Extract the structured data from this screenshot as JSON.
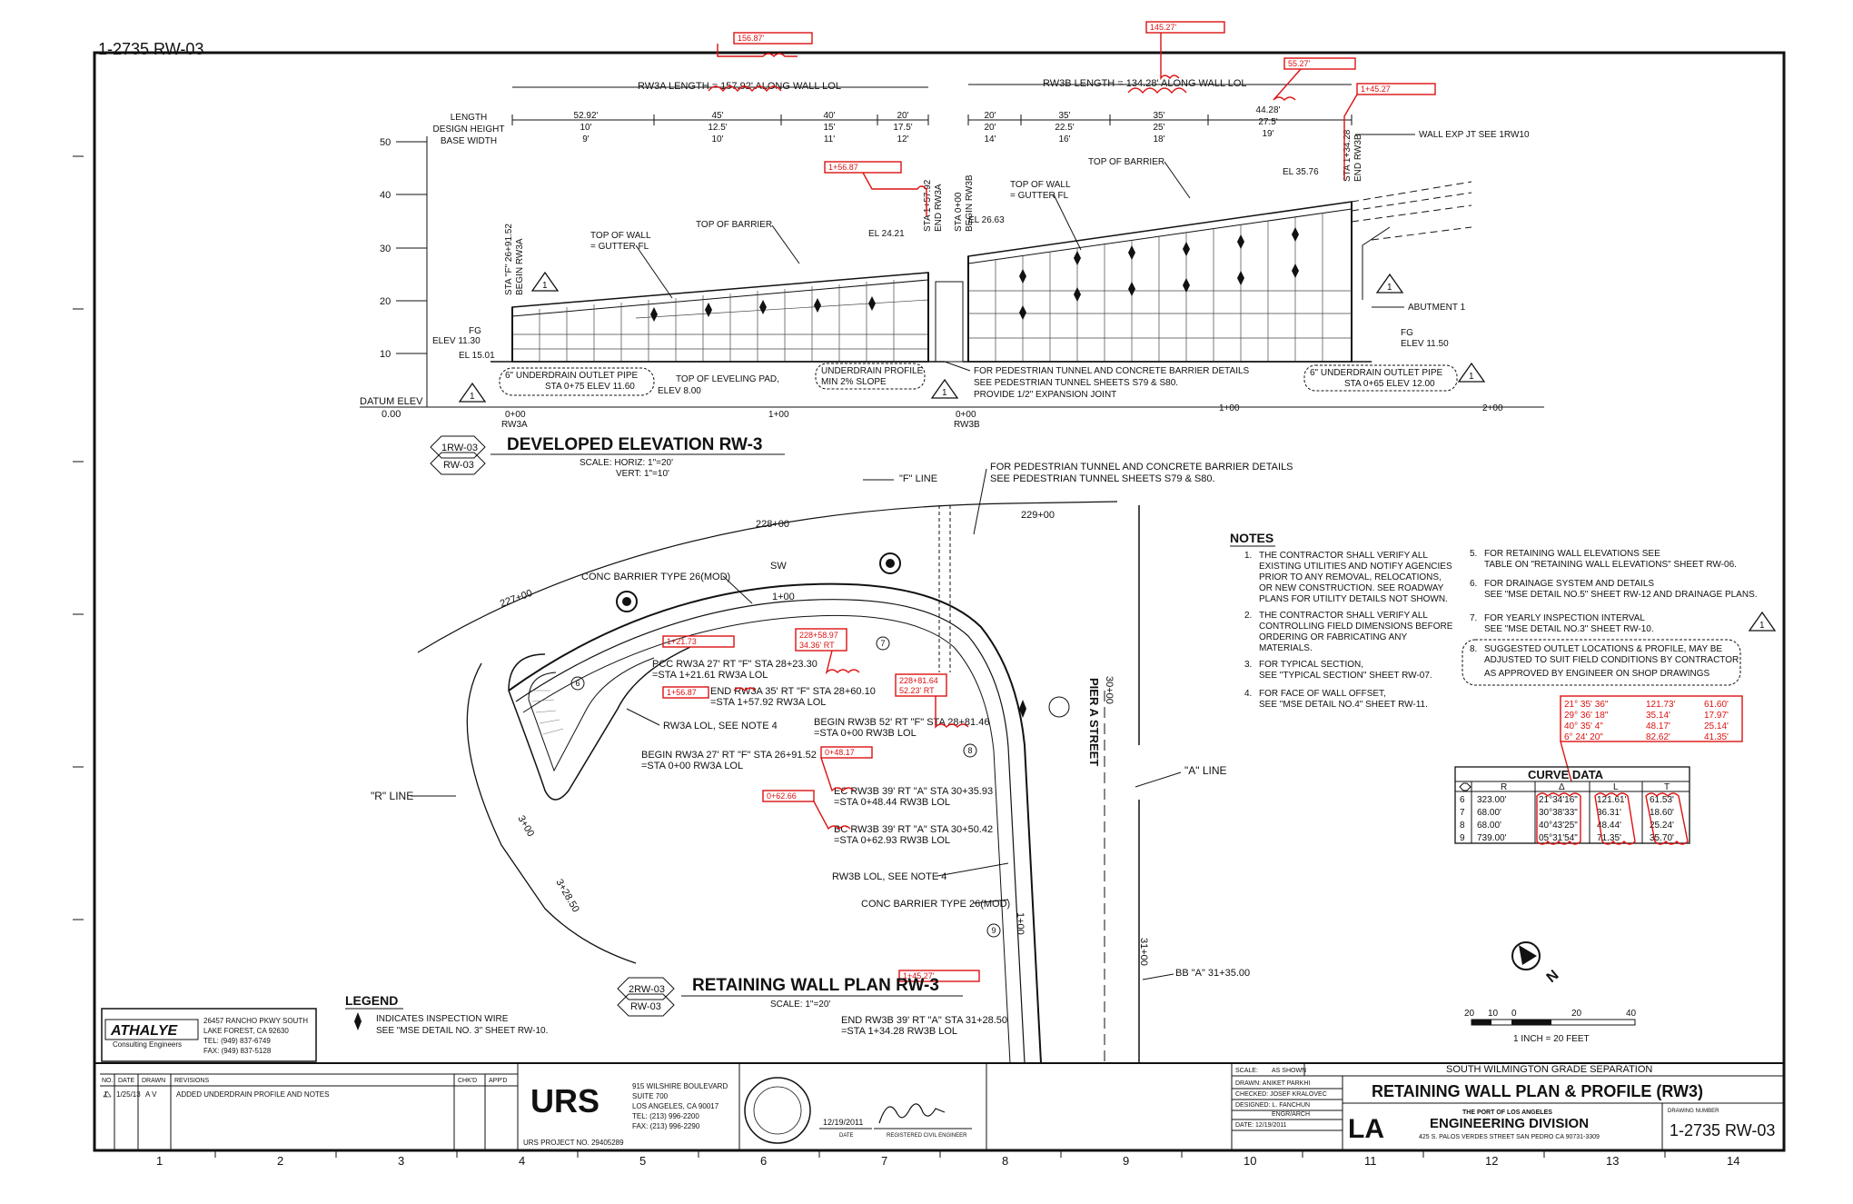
{
  "sheet": {
    "top_id": "1-2735 RW-03",
    "project": "SOUTH WILMINGTON GRADE SEPARATION",
    "title": "RETAINING WALL PLAN & PROFILE (RW3)",
    "drawing_number": "1-2735 RW-03",
    "drawing_number_label": "DRAWING NUMBER",
    "scale_label": "SCALE:",
    "scale_value": "AS SHOWN",
    "drawn": "DRAWN:  ANIKET PARKHI",
    "checked": "CHECKED:  JOSEF KRALOVEC",
    "designed": "DESIGNED:  L. FANCHUN",
    "engr": "ENGR/ARCH",
    "date": "DATE:  12/19/2011",
    "port": "THE PORT OF LOS ANGELES",
    "division": "ENGINEERING DIVISION",
    "port_address": "425 S. PALOS VERDES STREET SAN PEDRO CA 90731-3309",
    "la_logo": "LA",
    "col_numbers": [
      "1",
      "2",
      "3",
      "4",
      "5",
      "6",
      "7",
      "8",
      "9",
      "10",
      "11",
      "12",
      "13",
      "14"
    ]
  },
  "revisions": {
    "headers": [
      "NO.",
      "DATE",
      "DRAWN",
      "REVISIONS",
      "CHK'D",
      "APP'D"
    ],
    "rows": [
      [
        "1",
        "1/25/13",
        "A V",
        "ADDED UNDERDRAIN PROFILE AND NOTES",
        "",
        ""
      ]
    ]
  },
  "consultants": {
    "athalye_logo": "ATHALYE",
    "athalye_sub": "Consulting Engineers",
    "athalye_addr": [
      "26457 RANCHO PKWY SOUTH",
      "LAKE FOREST, CA 92630",
      "TEL: (949) 837-6749",
      "FAX: (949) 837-5128"
    ],
    "urs_logo": "URS",
    "urs_addr": [
      "915 WILSHIRE BOULEVARD",
      "SUITE 700",
      "LOS ANGELES, CA 90017",
      "TEL: (213) 996-2200",
      "FAX: (213) 996-2290"
    ],
    "urs_project": "URS PROJECT NO. 29405289",
    "sign_date": "12/19/2011",
    "date_label": "DATE",
    "reg_label": "REGISTERED CIVIL ENGINEER"
  },
  "elevation": {
    "title": "DEVELOPED ELEVATION RW-3",
    "tag_top": "1RW-03",
    "tag_bottom": "RW-03",
    "scale_h": "SCALE: HORIZ: 1\"=20'",
    "scale_v": "VERT: 1\"=10'",
    "y_ticks": [
      "50",
      "40",
      "30",
      "20",
      "10"
    ],
    "datum": "DATUM ELEV",
    "datum_value": "0.00",
    "header_labels": [
      "LENGTH",
      "DESIGN HEIGHT",
      "BASE WIDTH"
    ],
    "rw3a_length": "RW3A LENGTH = 157.92' ALONG WALL LOL",
    "rw3b_length": "RW3B LENGTH = 134.28' ALONG WALL LOL",
    "rw3a_segments": [
      [
        "52.92'",
        "10'",
        "9'"
      ],
      [
        "45'",
        "12.5'",
        "10'"
      ],
      [
        "40'",
        "15'",
        "11'"
      ],
      [
        "20'",
        "17.5'",
        "12'"
      ]
    ],
    "rw3b_segments": [
      [
        "20'",
        "20'",
        "14'"
      ],
      [
        "35'",
        "22.5'",
        "16'"
      ],
      [
        "35'",
        "25'",
        "18'"
      ],
      [
        "44.28'",
        "27.5'",
        "19'"
      ]
    ],
    "labels": {
      "wall_exp": "WALL EXP JT SEE 1RW10",
      "top_barrier_a": "TOP OF BARRIER",
      "top_barrier_b": "TOP OF BARRIER",
      "top_wall_a": "TOP OF WALL",
      "gutter_a": "= GUTTER FL",
      "top_wall_b": "TOP OF WALL",
      "gutter_b": "= GUTTER FL",
      "el_2421": "EL 24.21",
      "el_2663": "EL 26.63",
      "el_3576": "EL 35.76",
      "sta_begin_a": "STA \"F\" 26+91.52",
      "begin_rw3a": "BEGIN RW3A",
      "sta_end_a": "STA 1+57.92",
      "end_rw3a": "END RW3A",
      "sta_begin_b": "STA 0+00",
      "begin_rw3b": "BEGIN RW3B",
      "sta_end_b": "STA 1+34.28",
      "end_rw3b": "END RW3B",
      "fg_a": "FG",
      "elev_a": "ELEV 11.30",
      "el_1501": "EL 15.01",
      "fg_b": "FG",
      "elev_b": "ELEV 11.50",
      "abutment": "ABUTMENT 1",
      "underdrain_a1": "6\" UNDERDRAIN OUTLET PIPE",
      "underdrain_a2": "STA 0+75 ELEV 11.60",
      "leveling1": "TOP OF LEVELING PAD,",
      "leveling2": "ELEV 8.00",
      "underdrain_prof1": "UNDERDRAIN PROFILE",
      "underdrain_prof2": "MIN 2% SLOPE",
      "ped_tunnel1": "FOR PEDESTRIAN TUNNEL AND CONCRETE BARRIER DETAILS",
      "ped_tunnel2": "SEE PEDESTRIAN TUNNEL SHEETS S79 & S80.",
      "ped_tunnel3": "PROVIDE 1/2\" EXPANSION JOINT",
      "underdrain_b1": "6\" UNDERDRAIN OUTLET PIPE",
      "underdrain_b2": "STA 0+65 ELEV 12.00",
      "sta_000_a": "0+00",
      "rw3a": "RW3A",
      "sta_100_a": "1+00",
      "sta_000_b": "0+00",
      "rw3b": "RW3B",
      "sta_100_b": "1+00",
      "sta_200_b": "2+00"
    },
    "red_marks": [
      "156.87'",
      "145.27'",
      "55.27'",
      "1+45.27",
      "1+56.87"
    ]
  },
  "plan": {
    "title": "RETAINING WALL PLAN RW-3",
    "tag_top": "2RW-03",
    "tag_bottom": "RW-03",
    "scale": "SCALE: 1\"=20'",
    "labels": {
      "f_line": "\"F\" LINE",
      "ped_note1": "FOR PEDESTRIAN TUNNEL AND CONCRETE BARRIER DETAILS",
      "ped_note2": "SEE PEDESTRIAN TUNNEL SHEETS S79 & S80.",
      "sta_228": "228+00",
      "sta_229": "229+00",
      "sta_227": "227+00",
      "sw": "SW",
      "conc_barrier": "CONC BARRIER TYPE 26(MOD)",
      "sta_100": "1+00",
      "pcc1": "PCC RW3A 27' RT \"F\" STA 28+23.30",
      "pcc2": "=STA 1+21.61 RW3A LOL",
      "end_a1": "END RW3A 35' RT \"F\" STA 28+60.10",
      "end_a2": "=STA 1+57.92 RW3A LOL",
      "rw3a_lol": "RW3A LOL, SEE NOTE 4",
      "begin_b1": "BEGIN RW3B 52' RT \"F\" STA 28+81.46",
      "begin_b2": "=STA 0+00 RW3B LOL",
      "begin_a1": "BEGIN RW3A 27' RT \"F\" STA 26+91.52",
      "begin_a2": "=STA 0+00 RW3A LOL",
      "r_line": "\"R\" LINE",
      "ec1": "EC RW3B 39' RT \"A\" STA 30+35.93",
      "ec2": "=STA 0+48.44 RW3B LOL",
      "bc1": "BC RW3B 39' RT \"A\" STA 30+50.42",
      "bc2": "=STA 0+62.93 RW3B LOL",
      "rw3b_lol": "RW3B LOL, SEE NOTE 4",
      "conc_barrier2": "CONC BARRIER TYPE 26(MOD)",
      "pier_a": "PIER A STREET",
      "a_line": "\"A\" LINE",
      "sta_3000": "30+00",
      "sta_3100": "31+00",
      "sta_300": "3+00",
      "sta_3_28": "3+28.50",
      "sta_1_00": "1+00",
      "bb": "BB \"A\" 31+35.00",
      "end_b1": "END RW3B 39' RT \"A\" STA 31+28.50",
      "end_b2": "=STA 1+34.28 RW3B LOL"
    },
    "red_marks": [
      "1+21.73",
      "228+58.97",
      "34.36' RT",
      "1+56.87",
      "228+81.64",
      "52.23' RT",
      "0+48.17",
      "0+62.66",
      "1+45.27'"
    ],
    "callouts": [
      "6",
      "7",
      "8",
      "9"
    ]
  },
  "legend": {
    "title": "LEGEND",
    "line1": "INDICATES INSPECTION WIRE",
    "line2": "SEE \"MSE DETAIL NO. 3\" SHEET RW-10."
  },
  "notes": {
    "title": "NOTES",
    "col1": [
      [
        "1.",
        "THE CONTRACTOR SHALL VERIFY ALL",
        "EXISTING UTILITIES AND NOTIFY AGENCIES",
        "PRIOR TO ANY REMOVAL, RELOCATIONS,",
        "OR NEW CONSTRUCTION. SEE ROADWAY",
        "PLANS FOR UTILITY DETAILS NOT SHOWN."
      ],
      [
        "2.",
        "THE CONTRACTOR SHALL VERIFY ALL",
        "CONTROLLING FIELD DIMENSIONS BEFORE",
        "ORDERING OR FABRICATING ANY",
        "MATERIALS."
      ],
      [
        "3.",
        "FOR TYPICAL SECTION,",
        "SEE \"TYPICAL SECTION\" SHEET RW-07."
      ],
      [
        "4.",
        "FOR FACE OF WALL OFFSET,",
        "SEE \"MSE DETAIL NO.4\" SHEET RW-11."
      ]
    ],
    "col2": [
      [
        "5.",
        "FOR RETAINING WALL ELEVATIONS SEE",
        "TABLE ON \"RETAINING WALL ELEVATIONS\" SHEET RW-06."
      ],
      [
        "6.",
        "FOR DRAINAGE SYSTEM AND DETAILS",
        "SEE \"MSE DETAIL NO.5\" SHEET RW-12 AND DRAINAGE PLANS."
      ],
      [
        "7.",
        "FOR YEARLY INSPECTION INTERVAL",
        "SEE \"MSE DETAIL NO.3\" SHEET RW-10."
      ],
      [
        "8.",
        "SUGGESTED OUTLET LOCATIONS & PROFILE, MAY BE",
        "ADJUSTED TO SUIT FIELD CONDITIONS BY CONTRACTOR",
        "AS APPROVED BY ENGINEER ON SHOP DRAWINGS"
      ]
    ]
  },
  "curve_data": {
    "title": "CURVE DATA",
    "headers": [
      "",
      "R",
      "Δ",
      "L",
      "T"
    ],
    "rows": [
      [
        "6",
        "323.00'",
        "21°34'16\"",
        "121.61'",
        "61.53'"
      ],
      [
        "7",
        "68.00'",
        "30°38'33\"",
        "36.31'",
        "18.60'"
      ],
      [
        "8",
        "68.00'",
        "40°43'25\"",
        "48.44'",
        "25.24'"
      ],
      [
        "9",
        "739.00'",
        "05°31'54\"",
        "71.35'",
        "35.70'"
      ]
    ],
    "red_rows": [
      [
        "21° 35' 36\"",
        "121.73'",
        "61.60'"
      ],
      [
        "29° 36' 18\"",
        "35.14'",
        "17.97'"
      ],
      [
        "40° 35' 4\"",
        "48.17'",
        "25.14'"
      ],
      [
        "6° 24' 20\"",
        "82.62'",
        "41.35'"
      ]
    ]
  },
  "scale_bar": {
    "ticks": [
      "20",
      "10",
      "0",
      "20",
      "40"
    ],
    "label": "1 INCH = 20 FEET",
    "north": "N"
  }
}
